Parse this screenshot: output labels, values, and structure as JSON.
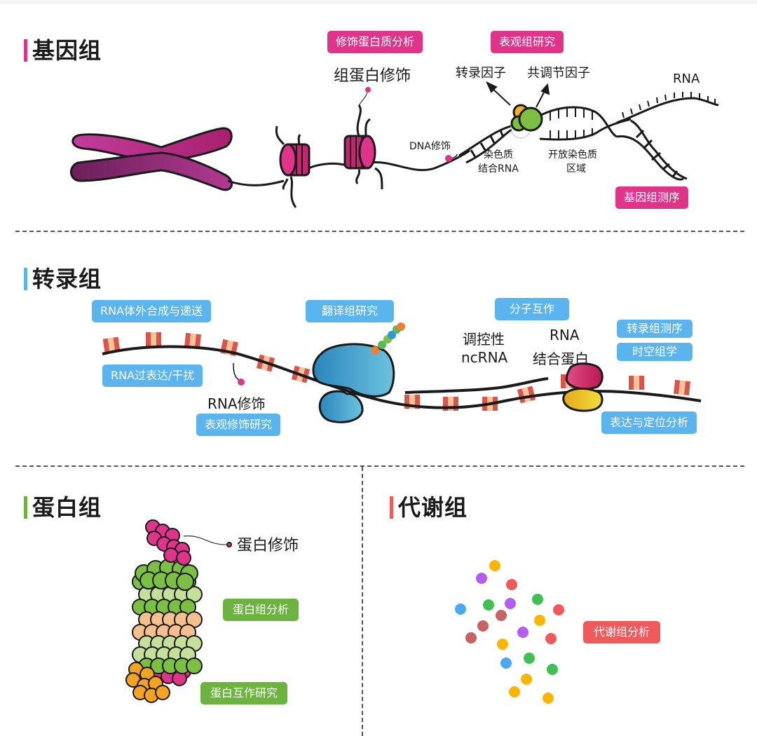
{
  "sections": {
    "genome": {
      "title": "基因组",
      "accent": "#e0338a",
      "badges": [
        "修饰蛋白质分析",
        "表观组研究",
        "基因组测序"
      ],
      "labels": {
        "histone_mod": "组蛋白修饰",
        "tf": "转录因子",
        "cofactor": "共调节因子",
        "rna": "RNA",
        "dna_mod": "DNA修饰",
        "chromatin_rna_1": "染色质",
        "chromatin_rna_2": "结合RNA",
        "open_chromatin_1": "开放染色质",
        "open_chromatin_2": "区域"
      }
    },
    "transcriptome": {
      "title": "转录组",
      "accent": "#5ab4ee",
      "badges": [
        "RNA体外合成与递送",
        "RNA过表达/干扰",
        "表观修饰研究",
        "翻译组研究",
        "分子互作",
        "转录组测序",
        "时空组学",
        "表达与定位分析"
      ],
      "labels": {
        "rna_mod": "RNA修饰",
        "ncrna_1": "调控性",
        "ncrna_2": "ncRNA",
        "rbp_1": "RNA",
        "rbp_2": "结合蛋白"
      }
    },
    "proteome": {
      "title": "蛋白组",
      "accent": "#6cb33f",
      "badges": [
        "蛋白组分析",
        "蛋白互作研究"
      ],
      "labels": {
        "protein_mod": "蛋白修饰"
      }
    },
    "metabolome": {
      "title": "代谢组",
      "accent": "#f05a5a",
      "badges": [
        "代谢组分析"
      ],
      "dot_colors": [
        "#ffb400",
        "#b65cf0",
        "#f05a5a",
        "#3ec152",
        "#b65cf0",
        "#3ec152",
        "#4aa8f5",
        "#f05a5a",
        "#c96262",
        "#ffb400",
        "#c96262",
        "#b65cf0",
        "#c96262",
        "#f05a5a",
        "#ffb400",
        "#4aa8f5",
        "#3ec152",
        "#3ec152",
        "#ffb400",
        "#ffb400",
        "#ffb400"
      ]
    }
  }
}
